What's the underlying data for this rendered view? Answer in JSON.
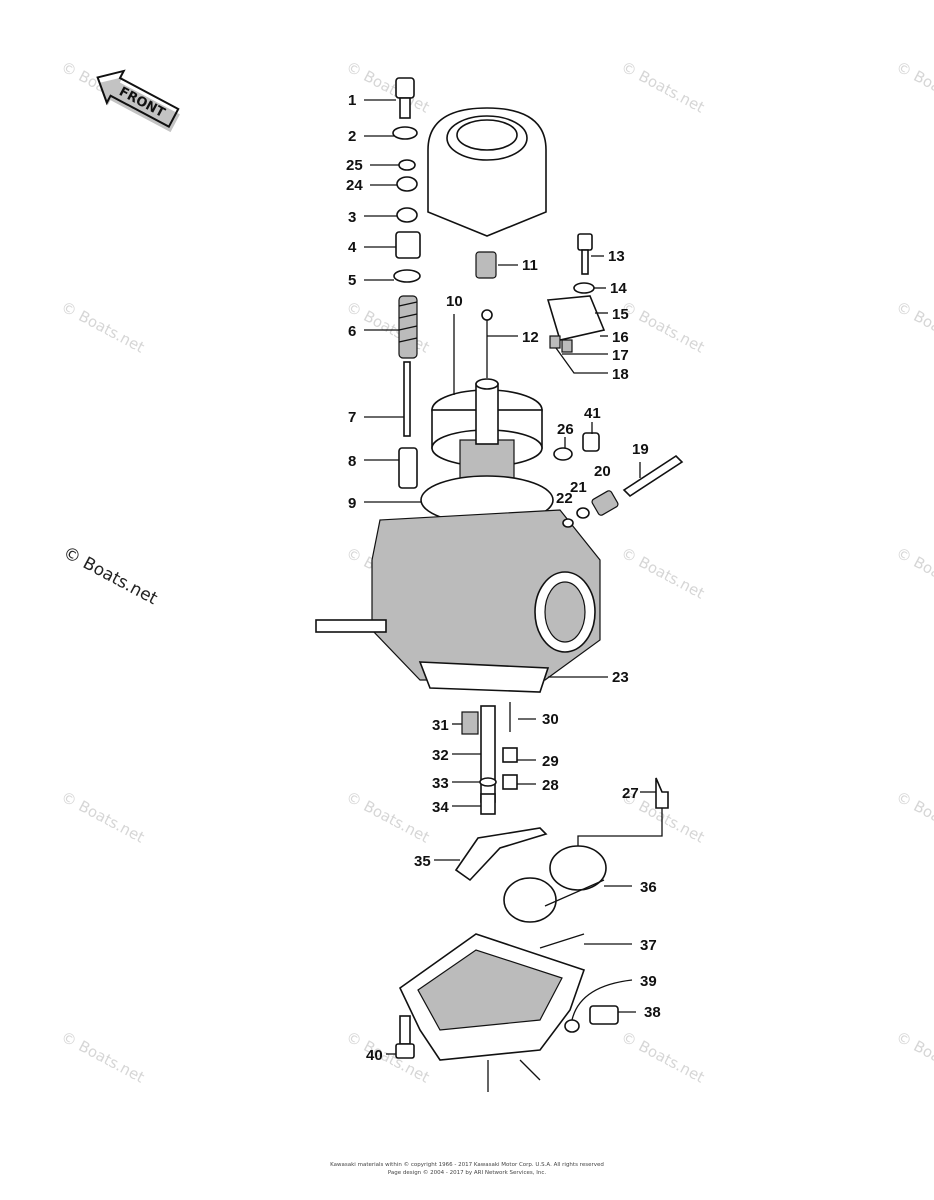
{
  "watermark": "© Boats.net",
  "front_badge": "FRONT",
  "copyright_lines": [
    "Kawasaki materials within © copyright 1966 - 2017 Kawasaki Motor Corp. U.S.A. All rights reserved",
    "Page design © 2004 - 2017 by ARI Network Services, Inc."
  ],
  "callouts": [
    "1",
    "2",
    "25",
    "24",
    "3",
    "4",
    "5",
    "6",
    "7",
    "8",
    "9",
    "10",
    "11",
    "12",
    "13",
    "14",
    "15",
    "16",
    "17",
    "18",
    "19",
    "20",
    "21",
    "22",
    "23",
    "26",
    "41",
    "27",
    "28",
    "29",
    "30",
    "31",
    "32",
    "33",
    "34",
    "35",
    "36",
    "37",
    "38",
    "39",
    "40"
  ]
}
